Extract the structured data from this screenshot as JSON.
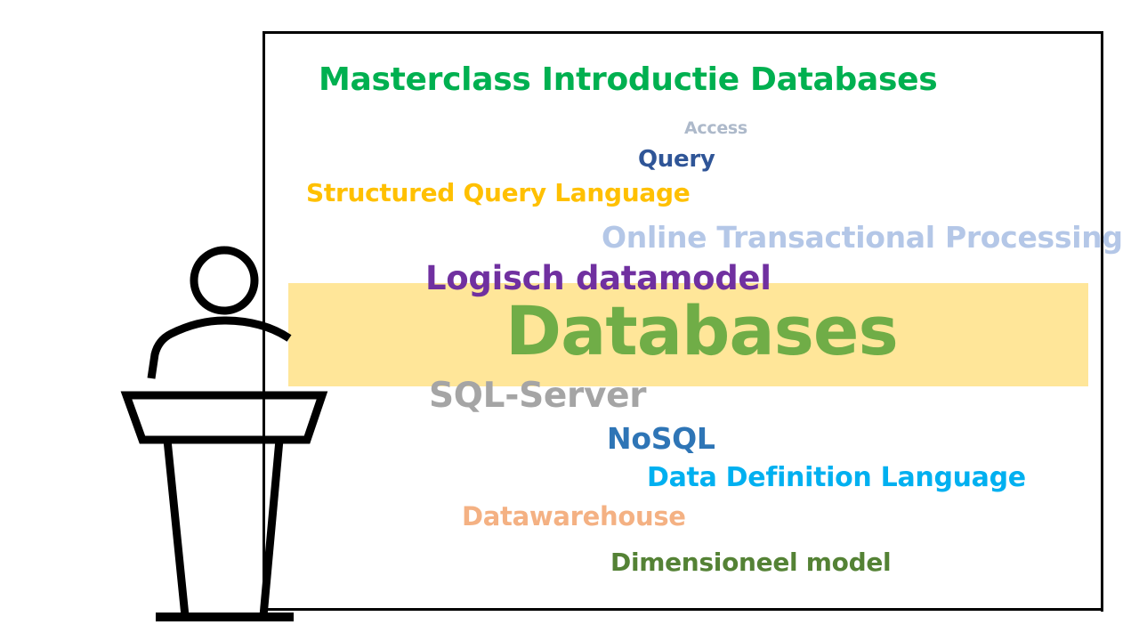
{
  "slide": {
    "title": "Masterclass Introductie Databases",
    "highlight_color": "#ffe699",
    "word_cloud": [
      {
        "text": "Access",
        "color": "#adb9ca"
      },
      {
        "text": "Query",
        "color": "#2f5597"
      },
      {
        "text": "Structured Query Language",
        "color": "#ffc000"
      },
      {
        "text": "Online Transactional Processing",
        "color": "#b4c7e7"
      },
      {
        "text": "Logisch datamodel",
        "color": "#7030a0"
      },
      {
        "text": "Databases",
        "color": "#70ad47"
      },
      {
        "text": "SQL-Server",
        "color": "#a5a5a5"
      },
      {
        "text": "NoSQL",
        "color": "#2e75b6"
      },
      {
        "text": "Data Definition Language",
        "color": "#00b0f0"
      },
      {
        "text": "Datawarehouse",
        "color": "#f4b183"
      },
      {
        "text": "Dimensioneel model",
        "color": "#548235"
      }
    ],
    "icon": "speaker-at-podium-icon"
  }
}
